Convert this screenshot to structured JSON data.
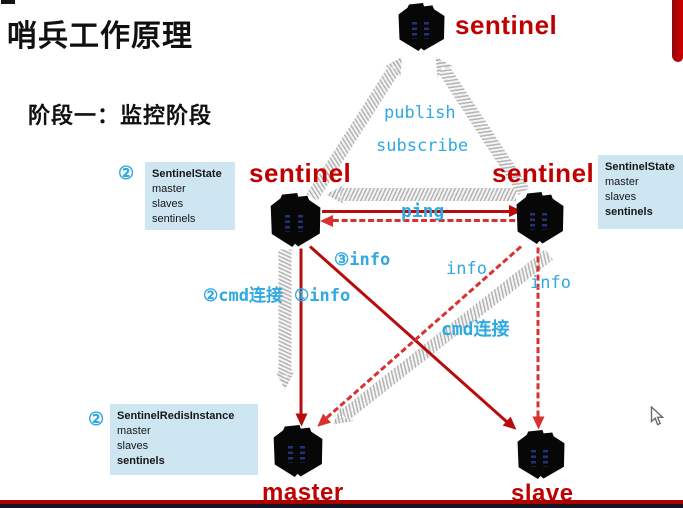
{
  "slide": {
    "title": "哨兵工作原理",
    "subtitle": "阶段一：监控阶段"
  },
  "colors": {
    "accent_red": "#c00000",
    "label_blue": "#2fa9e1",
    "callout_bg": "#cde6f1",
    "hatch_gray": "#b5b5b5"
  },
  "nodes": {
    "sentinel_top": {
      "label": "sentinel",
      "icon": "server-cube-icon"
    },
    "sentinel_left": {
      "label": "sentinel",
      "icon": "server-cube-icon"
    },
    "sentinel_right": {
      "label": "sentinel",
      "icon": "server-cube-icon"
    },
    "master": {
      "label": "master",
      "icon": "server-cube-icon"
    },
    "slave": {
      "label": "slave",
      "icon": "server-cube-icon"
    }
  },
  "edge_labels": {
    "publish": "publish",
    "subscribe": "subscribe",
    "ping": "ping",
    "info_numbered_3": "③info",
    "info_numbered_1": "①info",
    "cmd_numbered_2": "②cmd连接",
    "info_master_right": "info",
    "info_slave_right": "info",
    "cmd_link": "cmd连接"
  },
  "callouts": {
    "sentinel_state_left": {
      "badge": "②",
      "title": "SentinelState",
      "lines": [
        "master",
        "slaves",
        "sentinels"
      ]
    },
    "sentinel_state_right": {
      "title": "SentinelState",
      "lines": [
        "master",
        "slaves",
        "sentinels"
      ]
    },
    "sentinel_redis_instance": {
      "badge": "②",
      "title": "SentinelRedisInstance",
      "lines": [
        "master",
        "slaves",
        "sentinels"
      ]
    }
  }
}
